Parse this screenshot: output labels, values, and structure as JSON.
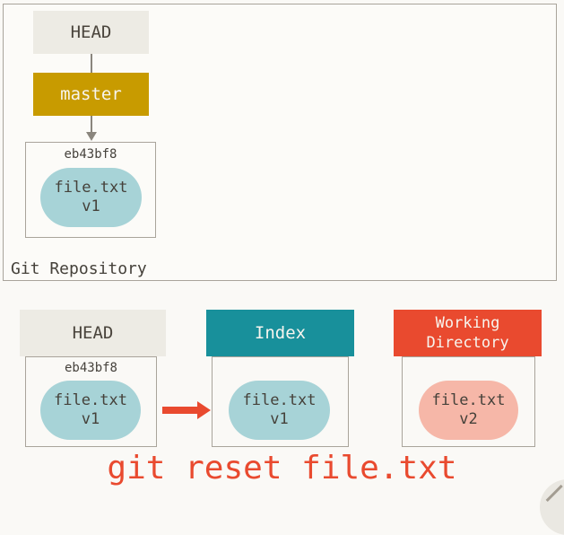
{
  "colors": {
    "page_bg": "#faf9f6",
    "repo_box_bg": "#fcfbf8",
    "box_border": "#a9a49b",
    "head_box_bg": "#edebe4",
    "master_box_bg": "#c89b00",
    "index_header_bg": "#18909b",
    "workdir_header_bg": "#e94a2f",
    "blue_blob": "#a7d3d7",
    "pink_blob": "#f6b7a8",
    "dark_text": "#45413a",
    "white_text": "#f7f5ef",
    "accent_red": "#e94a2f",
    "connector_gray": "#8a857d"
  },
  "repository": {
    "caption": "Git Repository",
    "head_label": "HEAD",
    "branch_label": "master",
    "commit_hash": "eb43bf8",
    "blob_file": "file.txt",
    "blob_version": "v1"
  },
  "bottom": {
    "head": {
      "title": "HEAD",
      "hash": "eb43bf8",
      "file": "file.txt",
      "version": "v1"
    },
    "index": {
      "title": "Index",
      "file": "file.txt",
      "version": "v1"
    },
    "workdir": {
      "title": "Working Directory",
      "file": "file.txt",
      "version": "v2"
    }
  },
  "command": "git reset file.txt"
}
